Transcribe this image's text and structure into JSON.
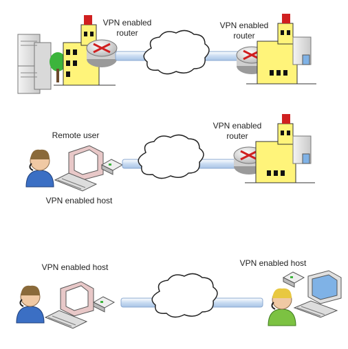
{
  "scenarios": [
    {
      "left_label": "VPN enabled router",
      "right_label": "VPN enabled router"
    },
    {
      "left_top_label": "Remote user",
      "left_bottom_label": "VPN enabled host",
      "right_label": "VPN enabled router"
    },
    {
      "left_label": "VPN enabled host",
      "right_label": "VPN enabled host"
    }
  ],
  "colors": {
    "tunnel": "#c9dcf2",
    "tunnel_stroke": "#8aa8d0",
    "building": "#fff47a",
    "window": "#111111",
    "server": "#e6e6e6",
    "tree": "#3cb43c",
    "router_body": "#d8d8d8",
    "router_arrow": "#d02020",
    "user_shirt": "#3b6fc4",
    "user_shirt_alt": "#7cc242",
    "computer_pink": "#e8c8c8",
    "computer_blue": "#7fb2e6"
  },
  "icons": [
    "server-icon",
    "building-icon",
    "router-icon",
    "cloud-icon",
    "user-icon",
    "computer-icon",
    "modem-icon",
    "vpn-tunnel"
  ]
}
